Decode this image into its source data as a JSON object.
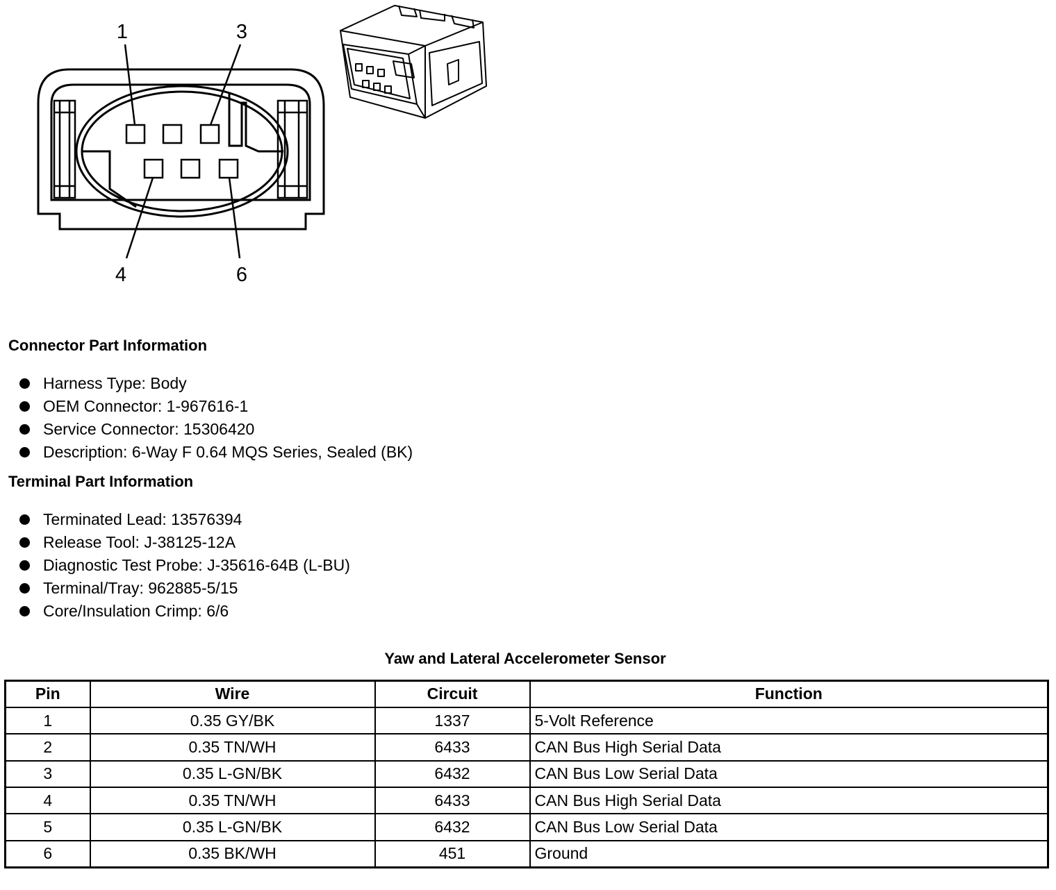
{
  "diagram": {
    "pin_callouts": [
      "1",
      "3",
      "4",
      "6"
    ]
  },
  "connector_info": {
    "heading": "Connector Part Information",
    "items": [
      "Harness Type: Body",
      "OEM Connector: 1-967616-1",
      "Service Connector: 15306420",
      "Description: 6-Way F 0.64 MQS Series, Sealed (BK)"
    ]
  },
  "terminal_info": {
    "heading": "Terminal Part Information",
    "items": [
      "Terminated Lead: 13576394",
      "Release Tool: J-38125-12A",
      "Diagnostic Test Probe: J-35616-64B (L-BU)",
      "Terminal/Tray: 962885-5/15",
      "Core/Insulation Crimp: 6/6"
    ]
  },
  "pin_table": {
    "title": "Yaw and Lateral Accelerometer Sensor",
    "headers": [
      "Pin",
      "Wire",
      "Circuit",
      "Function"
    ],
    "rows": [
      [
        "1",
        "0.35 GY/BK",
        "1337",
        "5-Volt Reference"
      ],
      [
        "2",
        "0.35 TN/WH",
        "6433",
        "CAN Bus High Serial Data"
      ],
      [
        "3",
        "0.35 L-GN/BK",
        "6432",
        "CAN Bus Low Serial Data"
      ],
      [
        "4",
        "0.35 TN/WH",
        "6433",
        "CAN Bus High Serial Data"
      ],
      [
        "5",
        "0.35 L-GN/BK",
        "6432",
        "CAN Bus Low Serial Data"
      ],
      [
        "6",
        "0.35 BK/WH",
        "451",
        "Ground"
      ]
    ]
  }
}
